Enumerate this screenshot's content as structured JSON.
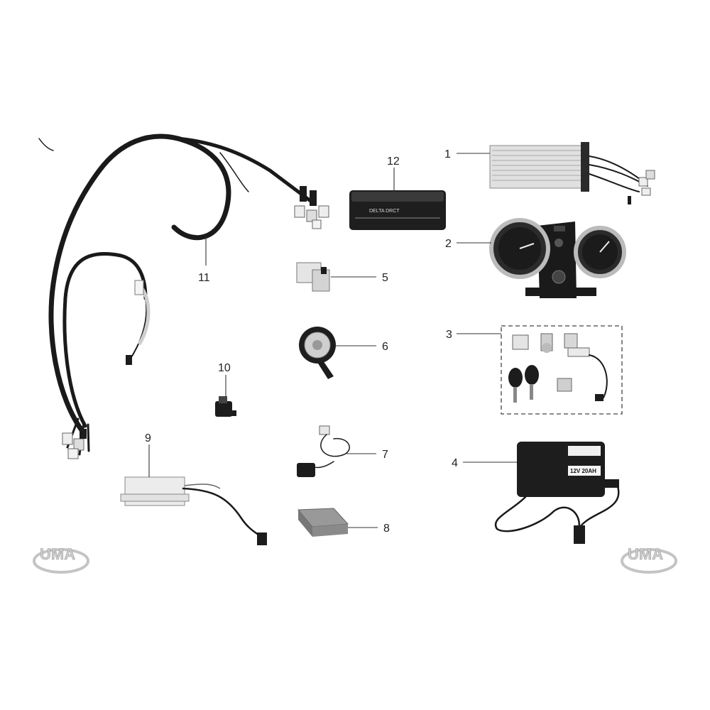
{
  "brand": {
    "logo_text": "UMA"
  },
  "callouts": [
    {
      "id": "1",
      "label": "1"
    },
    {
      "id": "2",
      "label": "2"
    },
    {
      "id": "3",
      "label": "3"
    },
    {
      "id": "4",
      "label": "4"
    },
    {
      "id": "5",
      "label": "5"
    },
    {
      "id": "6",
      "label": "6"
    },
    {
      "id": "7",
      "label": "7"
    },
    {
      "id": "8",
      "label": "8"
    },
    {
      "id": "9",
      "label": "9"
    },
    {
      "id": "10",
      "label": "10"
    },
    {
      "id": "11",
      "label": "11"
    },
    {
      "id": "12",
      "label": "12"
    }
  ],
  "part_markings": {
    "charger_label": "12V 20AH",
    "battery_box_text": "DELTA DRCT"
  }
}
